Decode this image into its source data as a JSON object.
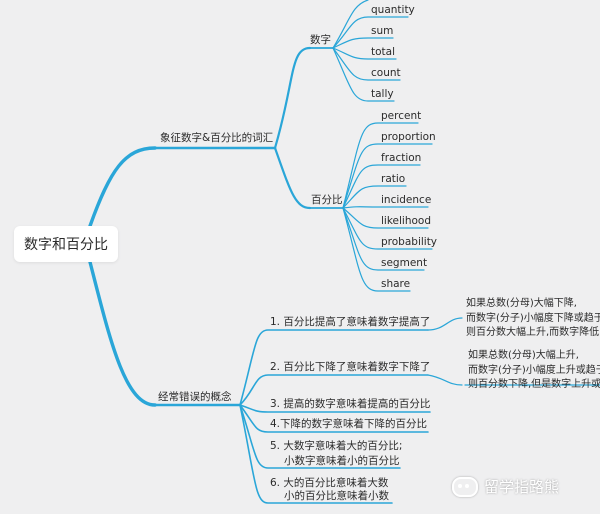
{
  "root": "数字和百分比",
  "branch1": {
    "label": "象征数字&百分比的词汇",
    "sub1": {
      "label": "数字",
      "items": [
        "quantity",
        "sum",
        "total",
        "count",
        "tally"
      ]
    },
    "sub2": {
      "label": "百分比",
      "items": [
        "percent",
        "proportion",
        "fraction",
        "ratio",
        "incidence",
        "likelihood",
        "probability",
        "segment",
        "share"
      ]
    }
  },
  "branch2": {
    "label": "经常错误的概念",
    "items": [
      {
        "line1": "1. 百分比提高了意味着数字提高了",
        "line2": ""
      },
      {
        "line1": "2. 百分比下降了意味着数字下降了",
        "line2": ""
      },
      {
        "line1": "3. 提高的数字意味着提高的百分比",
        "line2": ""
      },
      {
        "line1": "4.下降的数字意味着下降的百分比",
        "line2": ""
      },
      {
        "line1": "5. 大数字意味着大的百分比;",
        "line2": "小数字意味着小的百分比"
      },
      {
        "line1": "6. 大的百分比意味着大数",
        "line2": "小的百分比意味着小数"
      }
    ],
    "notes": [
      {
        "lines": [
          "如果总数(分母)大幅下降,",
          "而数字(分子)小幅度下降或趋于",
          "则百分数大幅上升,而数字降低"
        ]
      },
      {
        "lines": [
          "如果总数(分母)大幅上升,",
          "而数字(分子)小幅度上升或趋于",
          "则百分数下降,但是数字上升或"
        ]
      }
    ]
  },
  "watermark": "留学指路熊",
  "colors": {
    "edge": "#29a3d6",
    "background": "#efeff0"
  }
}
